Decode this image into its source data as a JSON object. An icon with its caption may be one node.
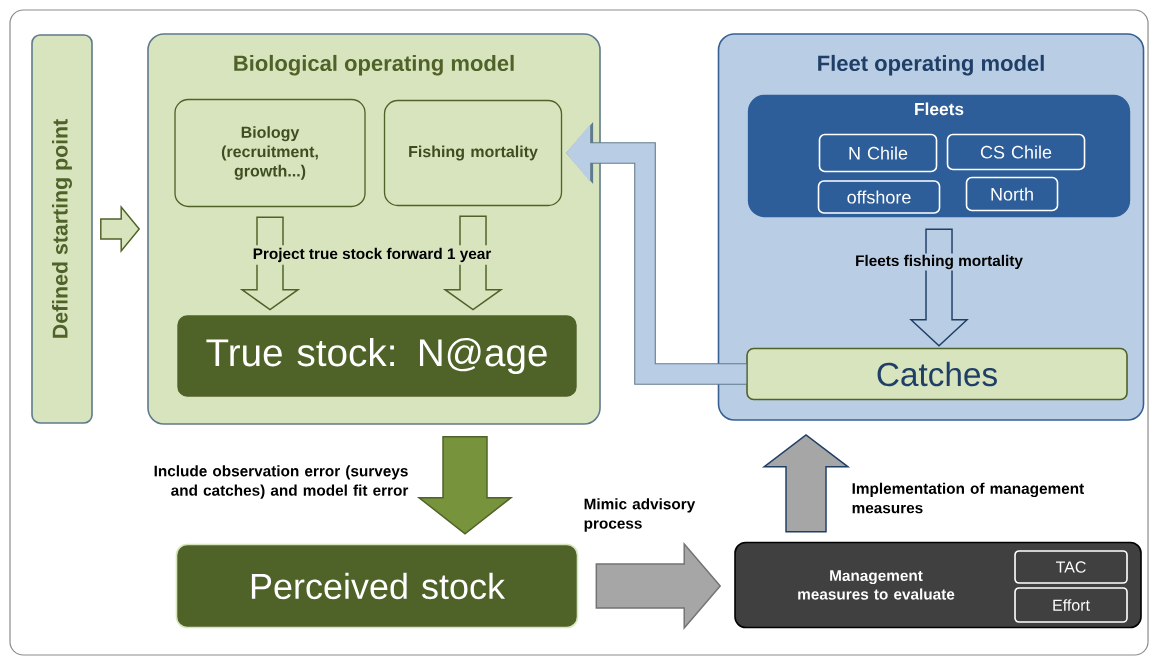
{
  "diagram": {
    "nodes": [
      {
        "text": [
          "Defined starting point"
        ]
      },
      {
        "text": [
          "Biological operating model"
        ]
      },
      {
        "text": [
          "Biology (recruitment, growth...)"
        ],
        "in": 1
      },
      {
        "text": [
          "Fishing mortality"
        ],
        "in": 1
      },
      {
        "text": [
          "True stock: N@age"
        ],
        "in": 1
      },
      {
        "text": [
          "Fleet operating model"
        ]
      },
      {
        "text": [
          "Fleets"
        ],
        "in": 5
      },
      {
        "text": [
          "N Chile"
        ],
        "in": 6
      },
      {
        "text": [
          "CS Chile"
        ],
        "in": 6
      },
      {
        "text": [
          "offshore"
        ],
        "in": 6
      },
      {
        "text": [
          "North"
        ],
        "in": 6
      },
      {
        "text": [
          "Catches"
        ],
        "in": 5
      },
      {
        "text": [
          "Perceived stock"
        ]
      },
      {
        "text": [
          "Management measures to evaluate"
        ]
      },
      {
        "text": [
          "TAC"
        ],
        "in": 13
      },
      {
        "text": [
          "Effort"
        ],
        "in": 13
      }
    ],
    "edges": [
      {
        "from": 0,
        "to": 1,
        "arrow": "to",
        "color": "#d7e4bd"
      },
      {
        "from": 2,
        "to": 4,
        "arrow": "to",
        "color": "#d7e4bd"
      },
      {
        "from": 3,
        "to": 4,
        "arrow": "to",
        "color": "#d7e4bd"
      },
      {
        "from": 11,
        "to": 3,
        "arrow": "to",
        "color": "#b9cde5"
      },
      {
        "from": 6,
        "to": 11,
        "arrow": "to",
        "label": "Fleets fishing mortality",
        "color": "#b9cde5"
      },
      {
        "from": 1,
        "to": 12,
        "arrow": "to",
        "label": "Include observation error (surveys and catches) and model fit error",
        "color": "#77933c"
      },
      {
        "from": 12,
        "to": 13,
        "arrow": "to",
        "label": "Mimic advisory process",
        "color": "#a6a6a6"
      },
      {
        "from": 13,
        "to": 5,
        "arrow": "to",
        "label": "Implementation of management measures",
        "color": "#a6a6a6"
      }
    ],
    "labels": [
      "Project true stock forward 1 year"
    ]
  }
}
